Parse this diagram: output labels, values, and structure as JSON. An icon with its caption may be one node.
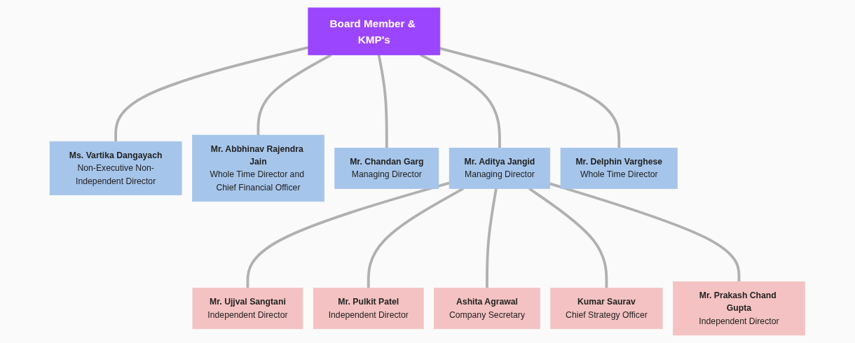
{
  "diagram": {
    "nodes": [
      {
        "text": [
          "Board Member & KMP's"
        ]
      },
      {
        "text": [
          "Ms. Vartika Dangayach",
          "Non-Executive Non-Independent Director"
        ]
      },
      {
        "text": [
          "Mr. Abbhinav Rajendra Jain",
          "Whole Time Director and Chief Financial Officer"
        ]
      },
      {
        "text": [
          "Mr. Chandan Garg",
          "Managing Director"
        ]
      },
      {
        "text": [
          "Mr. Aditya Jangid",
          "Managing Director"
        ]
      },
      {
        "text": [
          "Mr. Delphin Varghese",
          "Whole Time Director"
        ]
      },
      {
        "text": [
          "Mr. Ujjval Sangtani",
          "Independent Director"
        ]
      },
      {
        "text": [
          "Mr. Pulkit Patel",
          "Independent Director"
        ]
      },
      {
        "text": [
          "Ashita Agrawal",
          "Company Secretary"
        ]
      },
      {
        "text": [
          "Kumar Saurav",
          "Chief Strategy Officer"
        ]
      },
      {
        "text": [
          "Mr. Prakash Chand Gupta",
          "Independent Director"
        ]
      }
    ],
    "edges": [
      {
        "from": 0,
        "to": 1,
        "arrow": "none"
      },
      {
        "from": 0,
        "to": 2,
        "arrow": "none"
      },
      {
        "from": 0,
        "to": 3,
        "arrow": "none"
      },
      {
        "from": 0,
        "to": 4,
        "arrow": "none"
      },
      {
        "from": 0,
        "to": 5,
        "arrow": "none"
      },
      {
        "from": 4,
        "to": 6,
        "arrow": "none"
      },
      {
        "from": 4,
        "to": 7,
        "arrow": "none"
      },
      {
        "from": 4,
        "to": 8,
        "arrow": "none"
      },
      {
        "from": 4,
        "to": 9,
        "arrow": "none"
      },
      {
        "from": 4,
        "to": 10,
        "arrow": "none"
      }
    ]
  }
}
